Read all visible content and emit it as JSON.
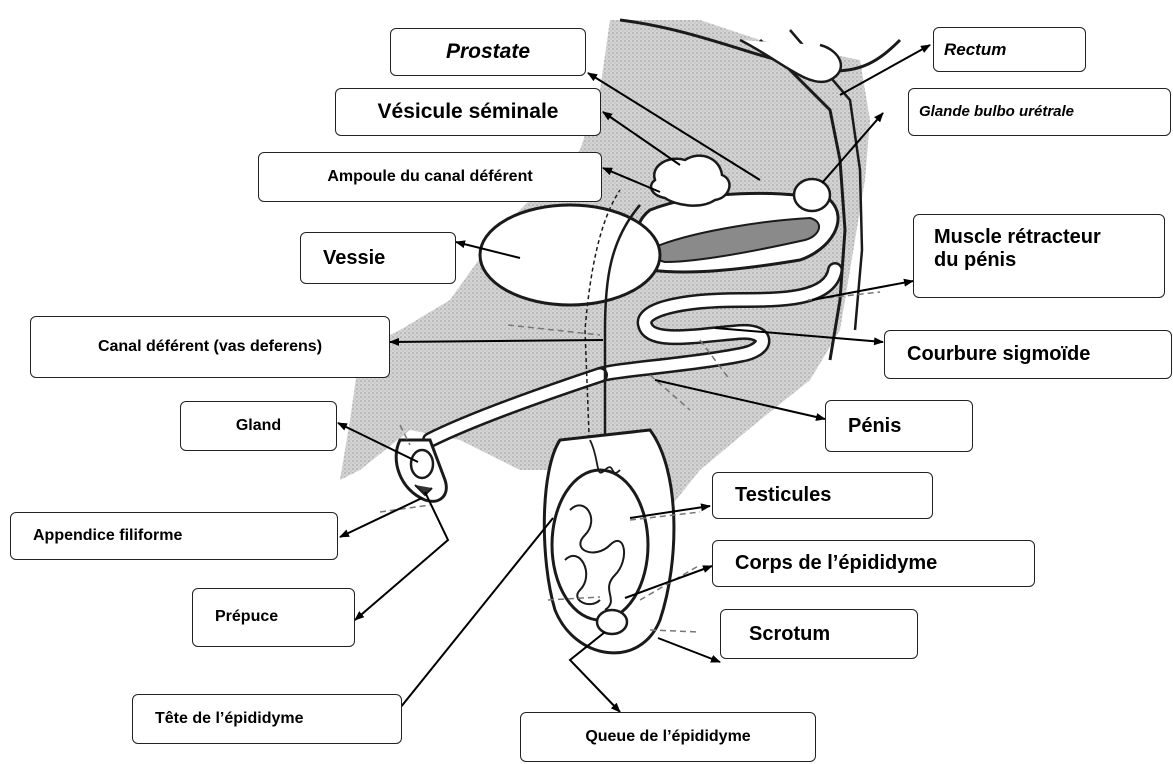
{
  "labels": {
    "prostate": "Prostate",
    "rectum": "Rectum",
    "vesicule_seminale": "Vésicule séminale",
    "glande_bulbo_uretrale": "Glande bulbo urétrale",
    "ampoule_canal_deferent": "Ampoule du canal déférent",
    "vessie": "Vessie",
    "muscle_retracteur_1": "Muscle rétracteur",
    "muscle_retracteur_2": "du pénis",
    "canal_deferent": "Canal déférent (vas deferens)",
    "courbure_sigmoide": "Courbure sigmoïde",
    "gland": "Gland",
    "penis": "Pénis",
    "testicules": "Testicules",
    "appendice_filiforme": "Appendice filiforme",
    "corps_epididyme": "Corps de l’épididyme",
    "prepuce": "Prépuce",
    "scrotum": "Scrotum",
    "tete_epididyme": "Tête de l’épididyme",
    "queue_epididyme": "Queue de l’épididyme"
  },
  "colors": {
    "shading": "#c9c9c9",
    "outline": "#1a1a1a",
    "organ_fill": "#ffffff",
    "arrow": "#000000"
  }
}
